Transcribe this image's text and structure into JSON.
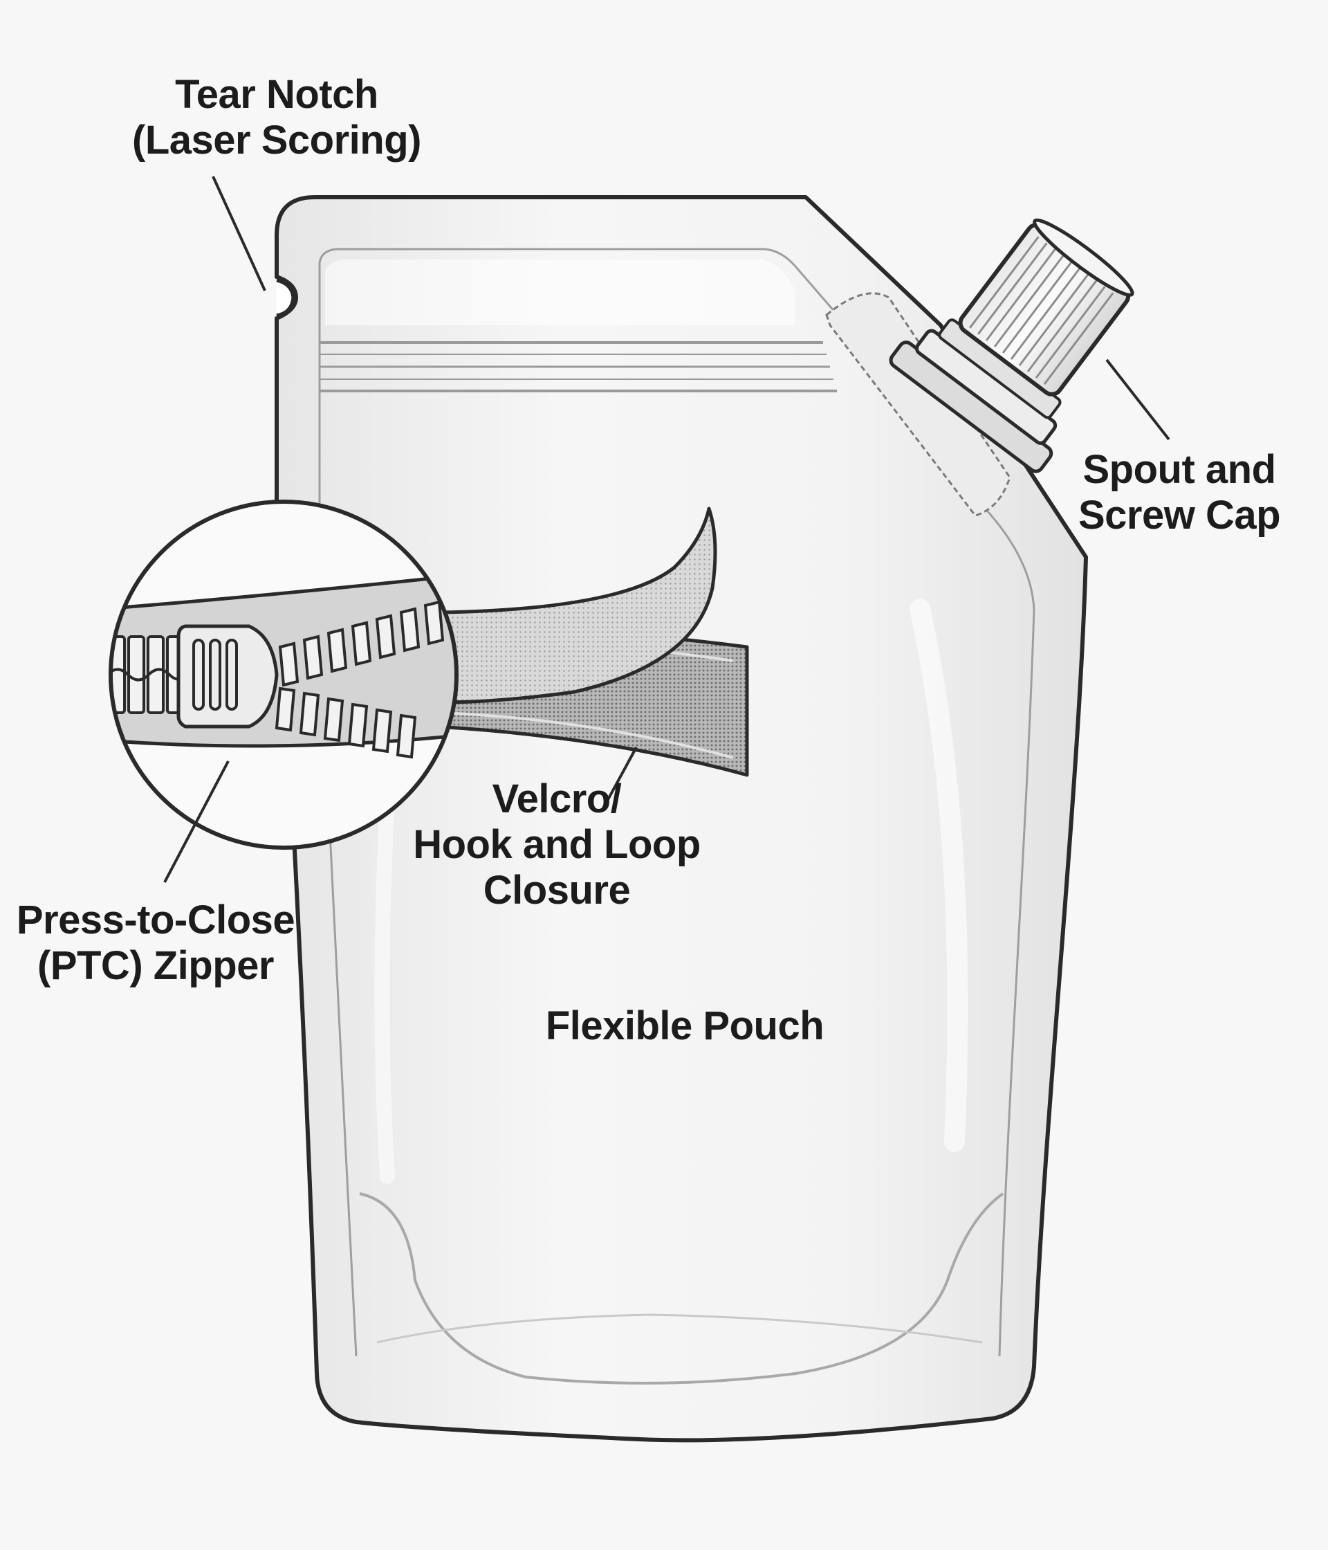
{
  "labels": {
    "tear_notch": {
      "line1": "Tear Notch",
      "line2": "(Laser Scoring)"
    },
    "spout": {
      "line1": "Spout and",
      "line2": "Screw Cap"
    },
    "velcro": {
      "line1": "Velcro/",
      "line2": "Hook and Loop",
      "line3": "Closure"
    },
    "ptc_zipper": {
      "line1": "Press-to-Close",
      "line2": "(PTC) Zipper"
    },
    "pouch": {
      "text": "Flexible Pouch"
    }
  },
  "colors": {
    "background": "#f7f7f7",
    "outline": "#2a2a2a",
    "pouch_fill": "#f1f1f1",
    "text": "#1c1c1c"
  }
}
